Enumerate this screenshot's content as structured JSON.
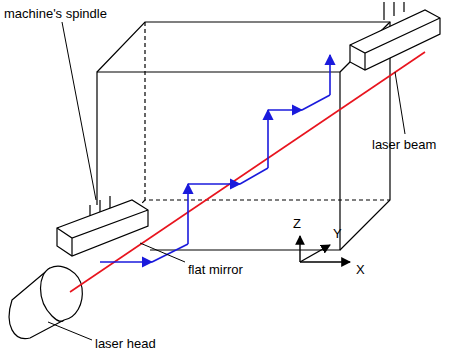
{
  "diagram": {
    "labels": [
      "machine's spindle",
      "laser beam",
      "flat mirror",
      "laser head",
      "Z",
      "Y",
      "X"
    ]
  }
}
